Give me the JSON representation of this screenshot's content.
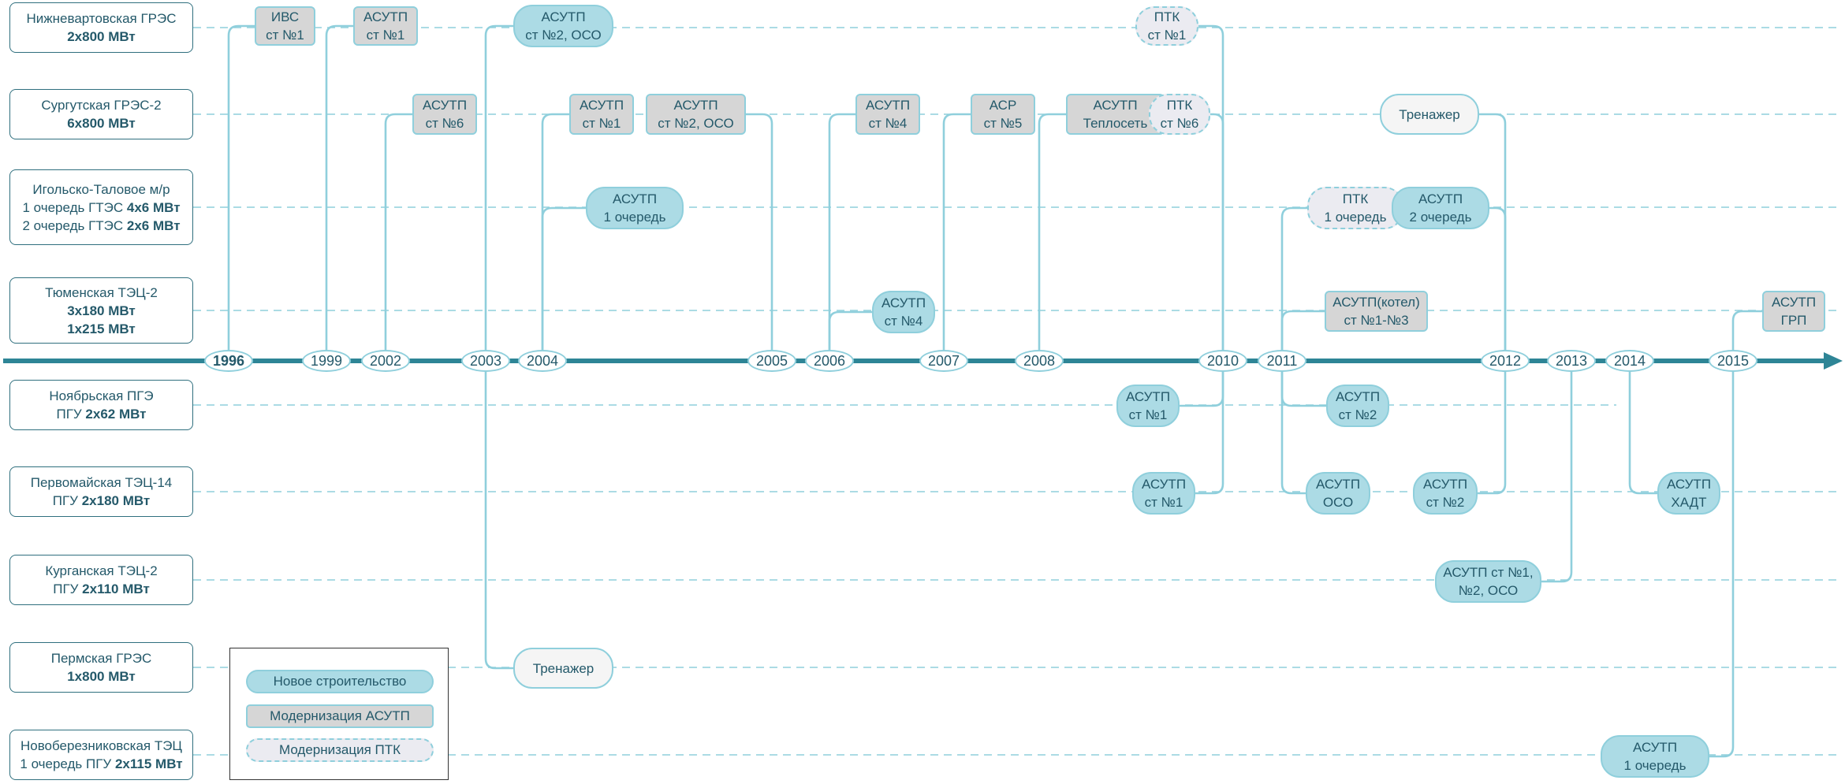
{
  "colors": {
    "axis": "#2e8596",
    "connector": "#8fcfdc",
    "new": "#acdbe5",
    "mod": "#d6d6d6",
    "ptk": "#ebebf1",
    "sim": "#f5f5f5",
    "text": "#24596a"
  },
  "stations": [
    {
      "id": "nvgres",
      "l1": "Нижневартовская ГРЭС",
      "l2": "",
      "l2b": "2x800 МВт",
      "l3": "",
      "l3b": ""
    },
    {
      "id": "sgres2",
      "l1": "Сургутская ГРЭС-2",
      "l2": "",
      "l2b": "6x800 МВт",
      "l3": "",
      "l3b": ""
    },
    {
      "id": "igolsk",
      "l1": "Игольско-Таловое м/р",
      "l2": "1 очередь ГТЭС ",
      "l2b": "4x6 МВт",
      "l3": "2 очередь ГТЭС ",
      "l3b": "2x6 МВт"
    },
    {
      "id": "tumen2",
      "l1": "Тюменская ТЭЦ-2",
      "l2": "",
      "l2b": "3x180 МВт",
      "l3": "",
      "l3b": "1x215 МВт"
    },
    {
      "id": "noyabr",
      "l1": "Ноябрьская ПГЭ",
      "l2": "ПГУ ",
      "l2b": "2x62 МВт",
      "l3": "",
      "l3b": ""
    },
    {
      "id": "perv14",
      "l1": "Первомайская ТЭЦ-14",
      "l2": "ПГУ ",
      "l2b": "2x180 МВт",
      "l3": "",
      "l3b": ""
    },
    {
      "id": "kurgan2",
      "l1": "Курганская ТЭЦ-2",
      "l2": "ПГУ ",
      "l2b": "2x110 МВт",
      "l3": "",
      "l3b": ""
    },
    {
      "id": "permgres",
      "l1": "Пермская ГРЭС",
      "l2": "",
      "l2b": "1x800 МВт",
      "l3": "",
      "l3b": ""
    },
    {
      "id": "novober",
      "l1": "Новоберезниковская ТЭЦ",
      "l2": "1 очередь ПГУ ",
      "l2b": "2x115 МВт",
      "l3": "",
      "l3b": ""
    }
  ],
  "years": [
    {
      "id": "y1996",
      "label": "1996",
      "bold": true
    },
    {
      "id": "y1999",
      "label": "1999"
    },
    {
      "id": "y2002",
      "label": "2002"
    },
    {
      "id": "y2003",
      "label": "2003"
    },
    {
      "id": "y2004",
      "label": "2004"
    },
    {
      "id": "y2005",
      "label": "2005"
    },
    {
      "id": "y2006",
      "label": "2006"
    },
    {
      "id": "y2007",
      "label": "2007"
    },
    {
      "id": "y2008",
      "label": "2008"
    },
    {
      "id": "y2010",
      "label": "2010"
    },
    {
      "id": "y2011",
      "label": "2011"
    },
    {
      "id": "y2012",
      "label": "2012"
    },
    {
      "id": "y2013",
      "label": "2013"
    },
    {
      "id": "y2014",
      "label": "2014"
    },
    {
      "id": "y2015",
      "label": "2015"
    }
  ],
  "events": [
    {
      "id": "e1",
      "type": "mod",
      "l1": "ИВС",
      "l2": "ст №1",
      "station": "nvgres",
      "year": "1996"
    },
    {
      "id": "e2",
      "type": "mod",
      "l1": "АСУТП",
      "l2": "ст №1",
      "station": "nvgres",
      "year": "1999"
    },
    {
      "id": "e3",
      "type": "new",
      "l1": "АСУТП",
      "l2": "ст №2, ОСО",
      "station": "nvgres",
      "year": "2003"
    },
    {
      "id": "e4",
      "type": "ptk",
      "l1": "ПТК",
      "l2": "ст №1",
      "station": "nvgres",
      "year": "2010"
    },
    {
      "id": "e5",
      "type": "mod",
      "l1": "АСУТП",
      "l2": "ст №6",
      "station": "sgres2",
      "year": "2002"
    },
    {
      "id": "e6",
      "type": "mod",
      "l1": "АСУТП",
      "l2": "ст №1",
      "station": "sgres2",
      "year": "2004"
    },
    {
      "id": "e7",
      "type": "mod",
      "l1": "АСУТП",
      "l2": "ст №2, ОСО",
      "station": "sgres2",
      "year": "2005"
    },
    {
      "id": "e8",
      "type": "mod",
      "l1": "АСУТП",
      "l2": "ст №4",
      "station": "sgres2",
      "year": "2006"
    },
    {
      "id": "e9",
      "type": "mod",
      "l1": "АСР",
      "l2": "ст №5",
      "station": "sgres2",
      "year": "2007"
    },
    {
      "id": "e10",
      "type": "mod",
      "l1": "АСУТП",
      "l2": "Теплосеть",
      "station": "sgres2",
      "year": "2008"
    },
    {
      "id": "e11",
      "type": "ptk",
      "l1": "ПТК",
      "l2": "ст №6",
      "station": "sgres2",
      "year": "2010"
    },
    {
      "id": "e12",
      "type": "sim",
      "l1": "Тренажер",
      "l2": "",
      "station": "sgres2",
      "year": "2012"
    },
    {
      "id": "e13",
      "type": "new",
      "l1": "АСУТП",
      "l2": "1 очередь",
      "station": "igolsk",
      "year": "2004"
    },
    {
      "id": "e14",
      "type": "ptk",
      "l1": "ПТК",
      "l2": "1 очередь",
      "station": "igolsk",
      "year": "2011"
    },
    {
      "id": "e15",
      "type": "new",
      "l1": "АСУТП",
      "l2": "2 очередь",
      "station": "igolsk",
      "year": "2012"
    },
    {
      "id": "e16",
      "type": "new",
      "l1": "АСУТП",
      "l2": "ст №4",
      "station": "tumen2",
      "year": "2006"
    },
    {
      "id": "e17",
      "type": "mod",
      "l1": "АСУТП(котел)",
      "l2": "ст №1-№3",
      "station": "tumen2",
      "year": "2011"
    },
    {
      "id": "e18",
      "type": "mod",
      "l1": "АСУТП",
      "l2": "ГРП",
      "station": "tumen2",
      "year": "2015"
    },
    {
      "id": "e19",
      "type": "new",
      "l1": "АСУТП",
      "l2": "ст №1",
      "station": "noyabr",
      "year": "2010"
    },
    {
      "id": "e20",
      "type": "new",
      "l1": "АСУТП",
      "l2": "ст №2",
      "station": "noyabr",
      "year": "2011"
    },
    {
      "id": "e21",
      "type": "new",
      "l1": "АСУТП",
      "l2": "ст №1",
      "station": "perv14",
      "year": "2010"
    },
    {
      "id": "e22",
      "type": "new",
      "l1": "АСУТП",
      "l2": "ОСО",
      "station": "perv14",
      "year": "2011"
    },
    {
      "id": "e23",
      "type": "new",
      "l1": "АСУТП",
      "l2": "ст №2",
      "station": "perv14",
      "year": "2012"
    },
    {
      "id": "e24",
      "type": "new",
      "l1": "АСУТП",
      "l2": "ХАДТ",
      "station": "perv14",
      "year": "2014"
    },
    {
      "id": "e25",
      "type": "new",
      "l1": "АСУТП ст №1,",
      "l2": "№2, ОСО",
      "station": "kurgan2",
      "year": "2013"
    },
    {
      "id": "e26",
      "type": "sim",
      "l1": "Тренажер",
      "l2": "",
      "station": "permgres",
      "year": "2003"
    },
    {
      "id": "e27",
      "type": "new",
      "l1": "АСУТП",
      "l2": "1 очередь",
      "station": "novober",
      "year": "2015"
    }
  ],
  "legend": {
    "new": "Новое строительство",
    "mod": "Модернизация АСУТП",
    "ptk": "Модернизация ПТК"
  }
}
